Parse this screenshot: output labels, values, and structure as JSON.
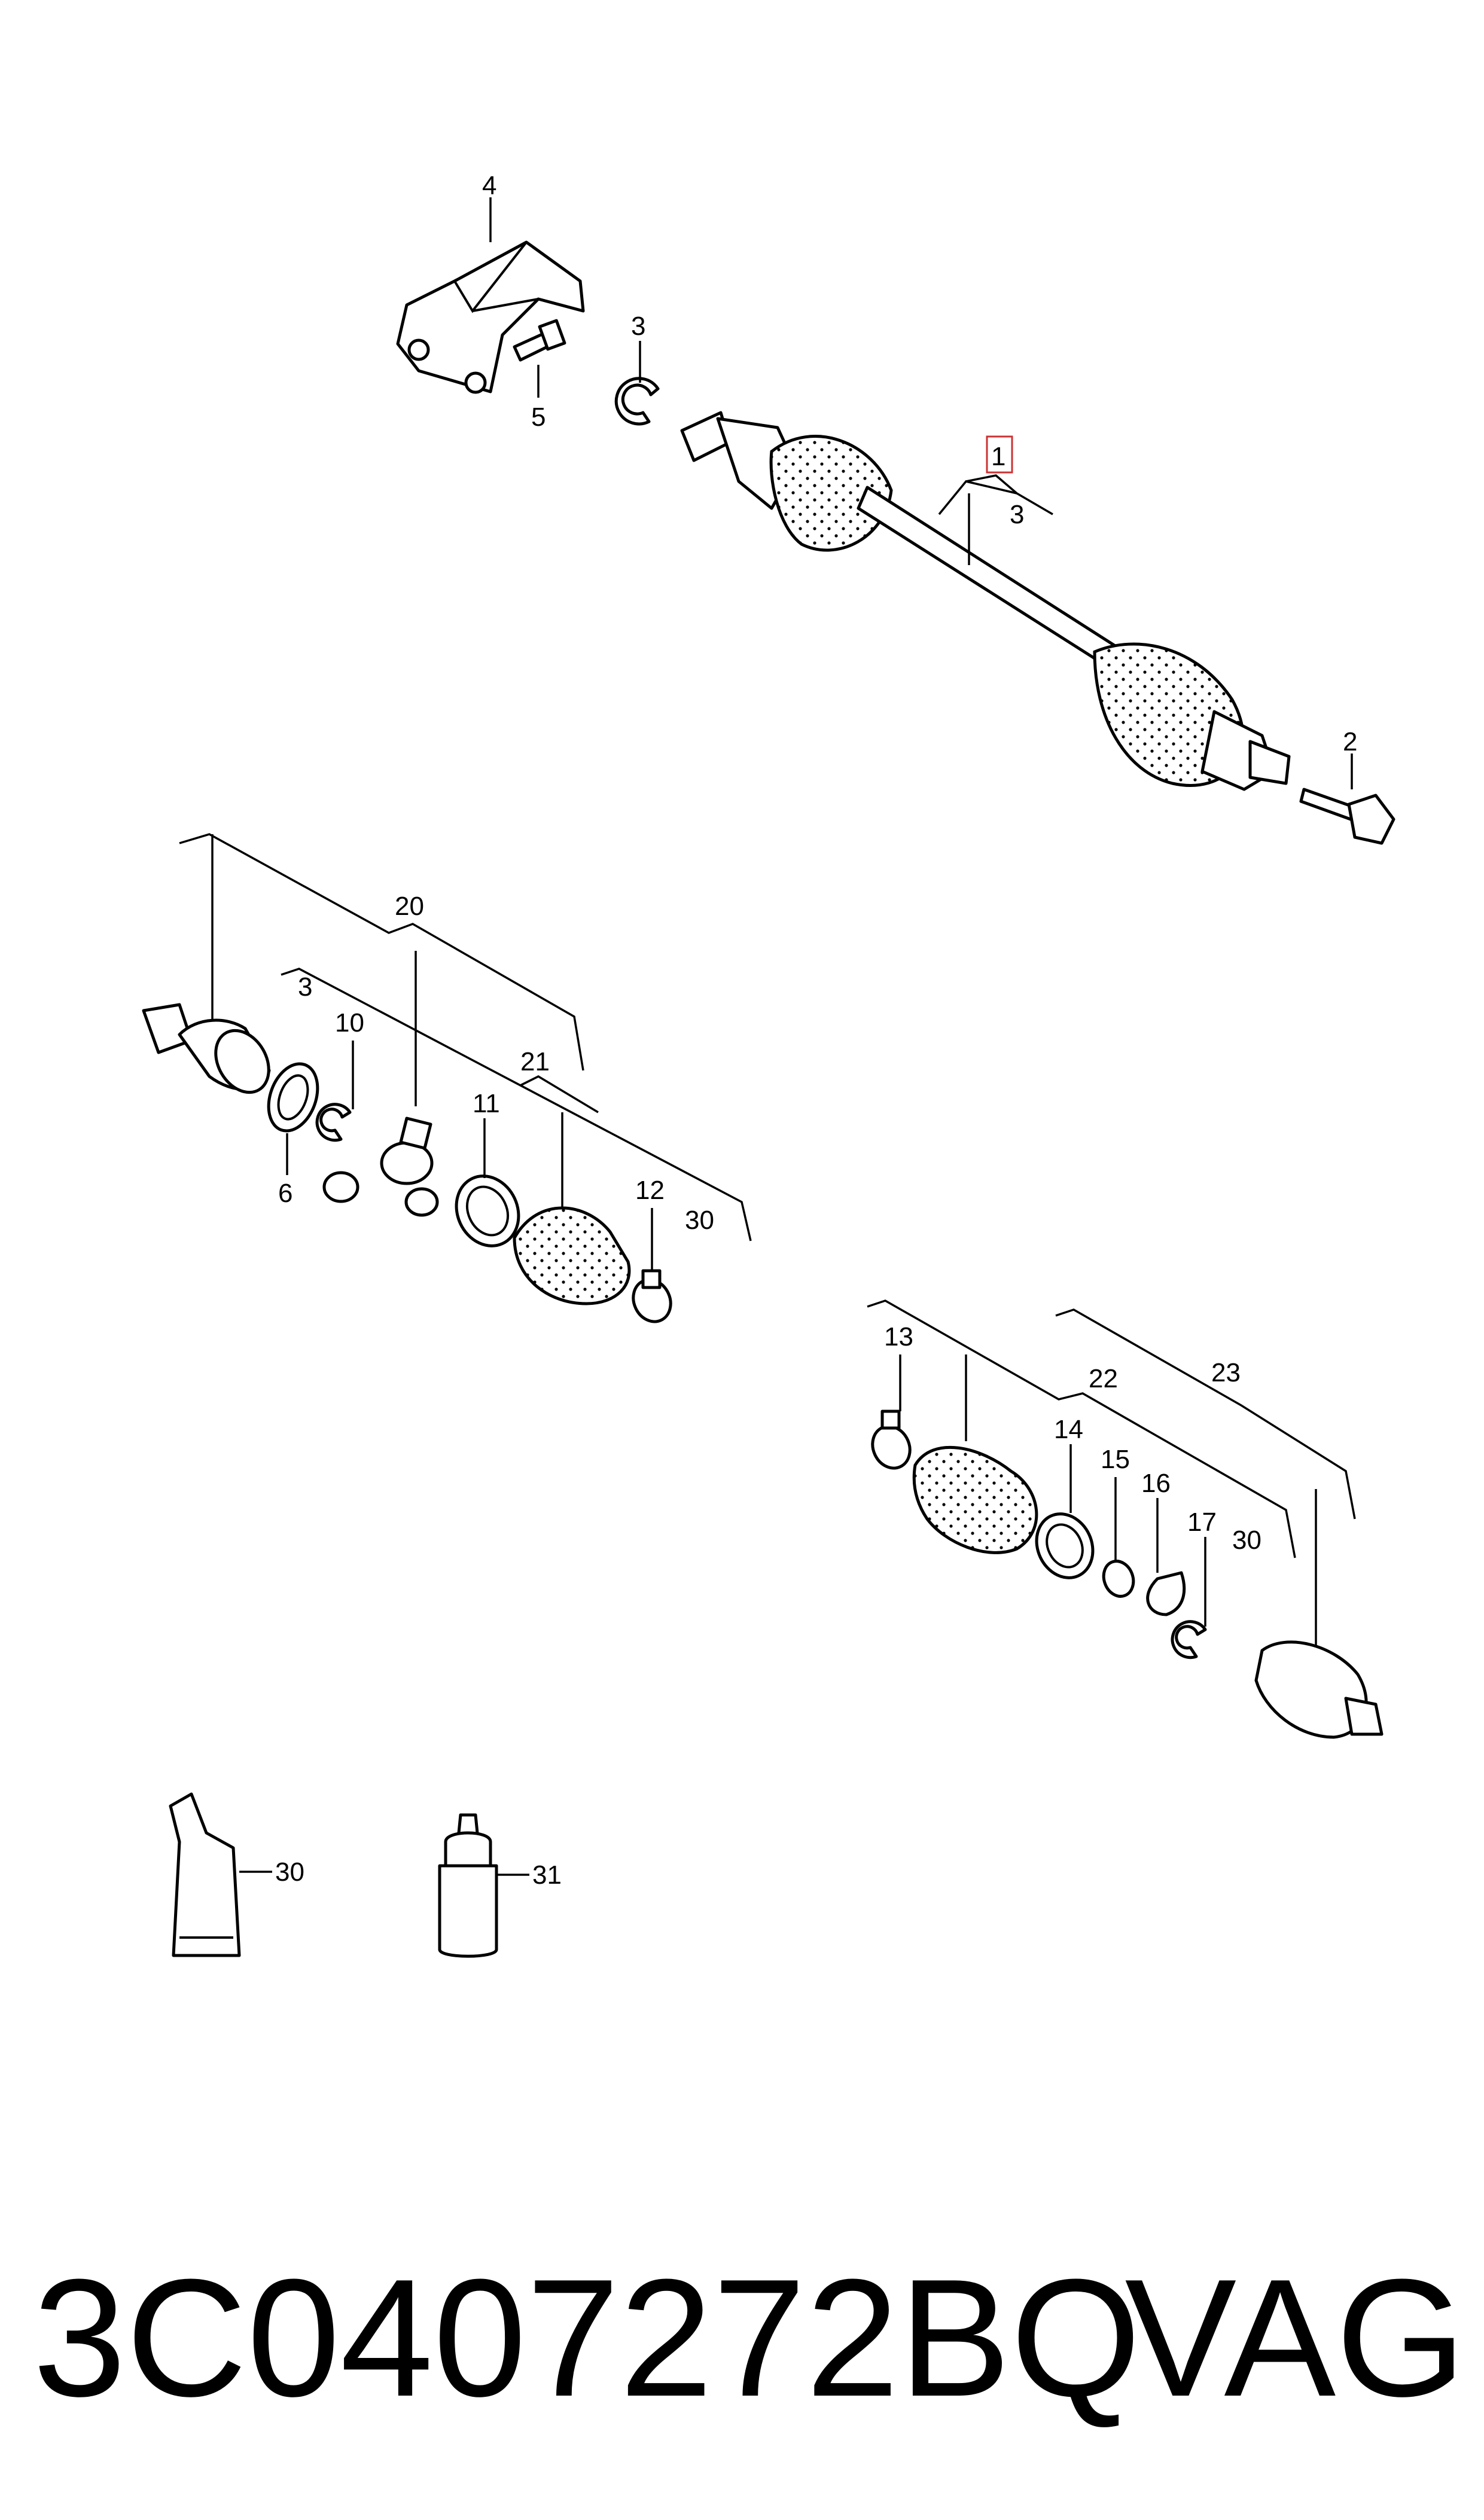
{
  "callouts": {
    "c1": "1",
    "c2": "2",
    "c3a": "3",
    "c3b": "3",
    "c3c": "3",
    "c4": "4",
    "c5": "5",
    "c6": "6",
    "c10": "10",
    "c11": "11",
    "c12": "12",
    "c13": "13",
    "c14": "14",
    "c15": "15",
    "c16": "16",
    "c17": "17",
    "c20": "20",
    "c21": "21",
    "c22": "22",
    "c23": "23",
    "c30a": "30",
    "c30b": "30",
    "c30c": "30",
    "c31": "31"
  },
  "footer": {
    "part_number": "3C0407272BQ",
    "brand": "VAG"
  },
  "colors": {
    "line": "#000000",
    "background": "#ffffff",
    "highlight_box": "#cc3333"
  }
}
